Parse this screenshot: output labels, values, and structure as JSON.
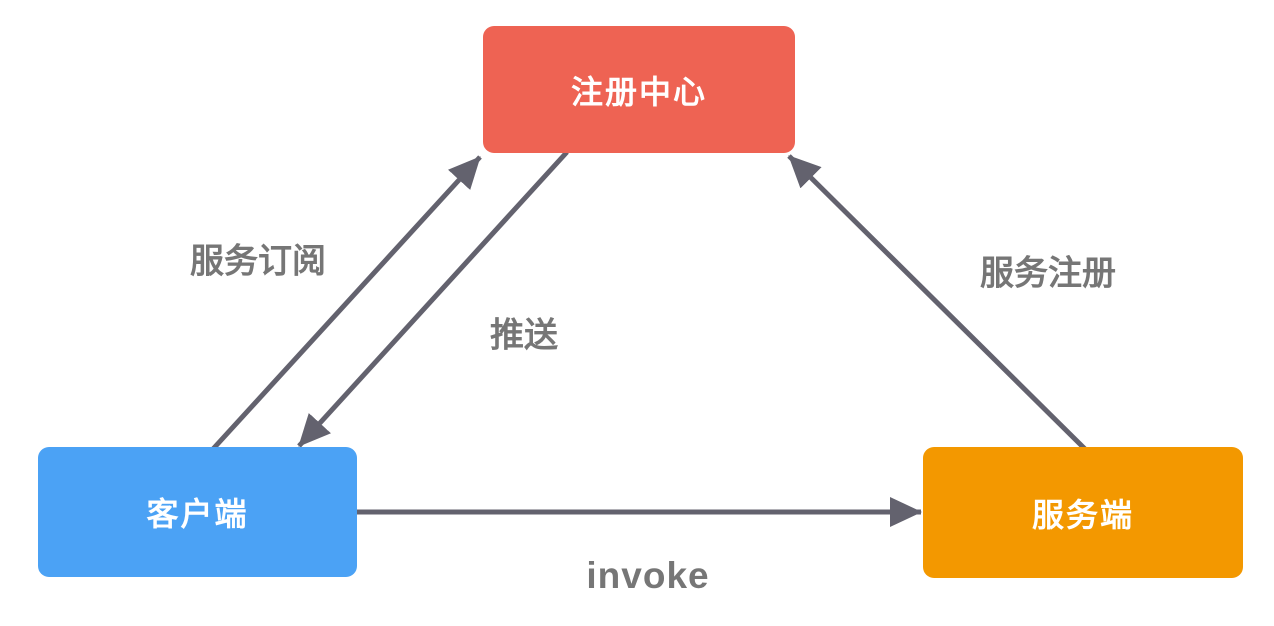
{
  "diagram": {
    "title": "service-registry-architecture",
    "nodes": {
      "registry": {
        "label": "注册中心",
        "color": "#EE6353"
      },
      "client": {
        "label": "客户端",
        "color": "#4BA2F5"
      },
      "server": {
        "label": "服务端",
        "color": "#F39800"
      }
    },
    "edges": {
      "subscribe": {
        "label": "服务订阅",
        "from": "客户端",
        "to": "注册中心"
      },
      "push": {
        "label": "推送",
        "from": "注册中心",
        "to": "客户端"
      },
      "register": {
        "label": "服务注册",
        "from": "服务端",
        "to": "注册中心"
      },
      "invoke": {
        "label": "invoke",
        "from": "客户端",
        "to": "服务端"
      }
    },
    "colors": {
      "arrow": "#63626E",
      "edge_label": "#767676",
      "node_text": "#FFFFFF",
      "background": "#FFFFFF"
    }
  }
}
